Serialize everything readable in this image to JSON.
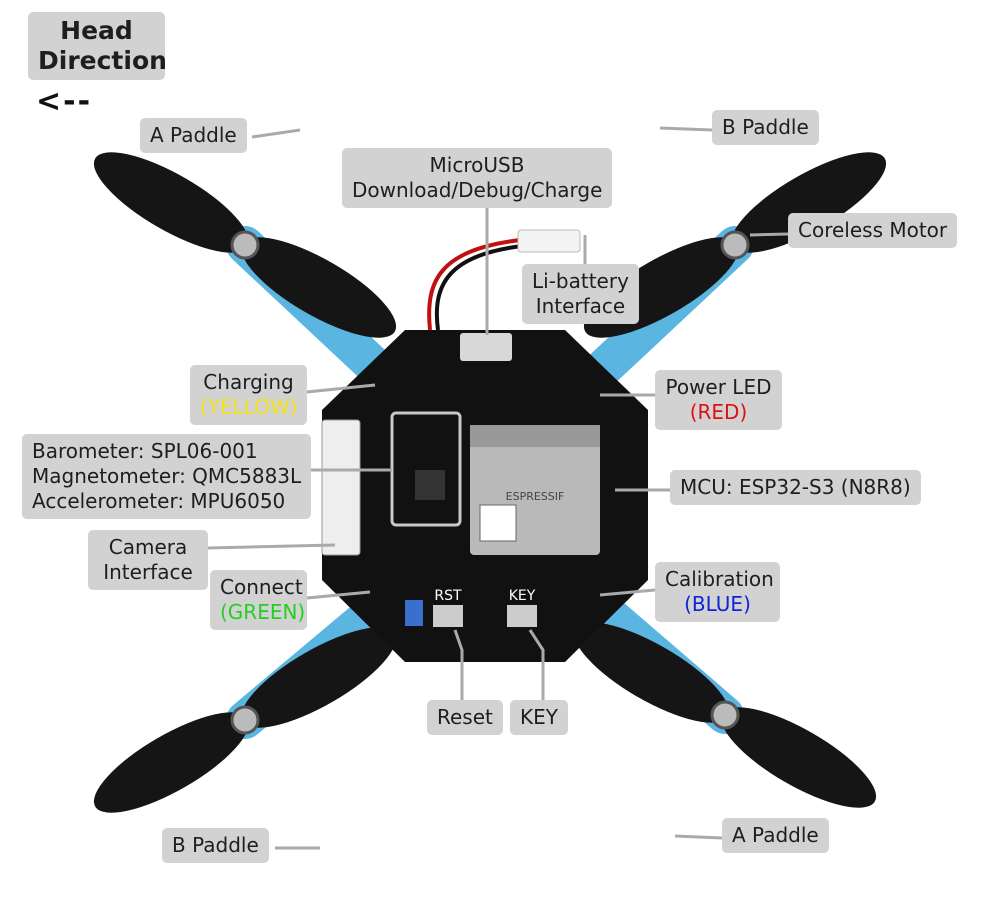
{
  "head_direction": {
    "title_line1": "Head",
    "title_line2": "Direction",
    "arrow": "<--"
  },
  "labels": {
    "a_paddle_top": "A Paddle",
    "b_paddle_top": "B Paddle",
    "microusb_line1": "MicroUSB",
    "microusb_line2": "Download/Debug/Charge",
    "coreless_motor": "Coreless Motor",
    "li_battery_line1": "Li-battery",
    "li_battery_line2": "Interface",
    "charging": "Charging",
    "charging_color": "(YELLOW)",
    "power_led": "Power LED",
    "power_led_color": "(RED)",
    "barometer": "Barometer:  SPL06-001",
    "magnetometer": "Magnetometer:  QMC5883L",
    "accelerometer": "Accelerometer:  MPU6050",
    "mcu": "MCU: ESP32-S3 (N8R8)",
    "camera_line1": "Camera",
    "camera_line2": "Interface",
    "connect": "Connect",
    "connect_color": "(GREEN)",
    "calibration": "Calibration",
    "calibration_color": "(BLUE)",
    "reset": "Reset",
    "key": "KEY",
    "b_paddle_bottom": "B Paddle",
    "a_paddle_bottom": "A Paddle"
  },
  "board": {
    "rst": "RST",
    "key": "KEY",
    "module": "ESPRESSIF"
  },
  "colors": {
    "arm": "#5ab6e0",
    "board": "#111111",
    "label_bg": "#d2d2d2",
    "yellow": "#f2e21a",
    "red": "#e01010",
    "green": "#22d022",
    "blue": "#1022d8"
  }
}
